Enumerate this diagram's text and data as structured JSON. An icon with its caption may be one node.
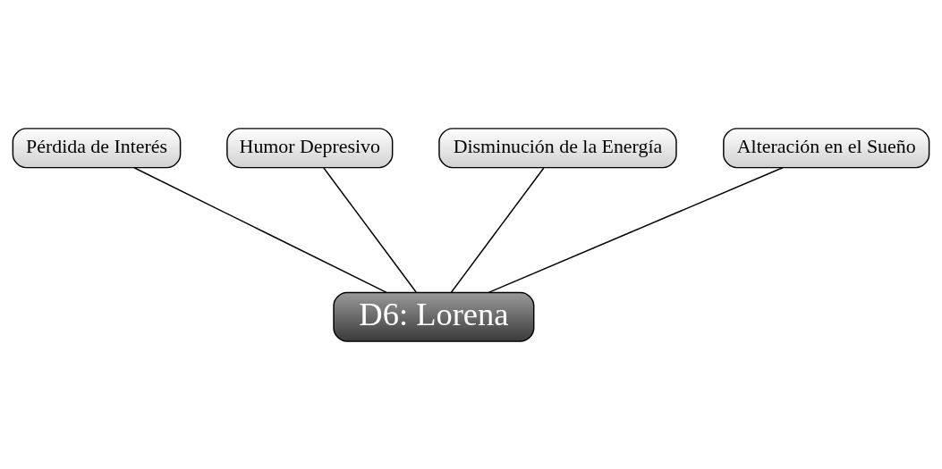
{
  "diagram": {
    "nodes": [
      {
        "text": [
          "Pérdida de Interés"
        ]
      },
      {
        "text": [
          "Humor Depresivo"
        ]
      },
      {
        "text": [
          "Disminución de la Energía"
        ]
      },
      {
        "text": [
          "Alteración en el Sueño"
        ]
      },
      {
        "text": [
          "D6: Lorena"
        ]
      }
    ],
    "edges": [
      {
        "from": 4,
        "to": 0,
        "arrow": "none"
      },
      {
        "from": 4,
        "to": 1,
        "arrow": "none"
      },
      {
        "from": 4,
        "to": 2,
        "arrow": "none"
      },
      {
        "from": 4,
        "to": 3,
        "arrow": "none"
      }
    ]
  }
}
